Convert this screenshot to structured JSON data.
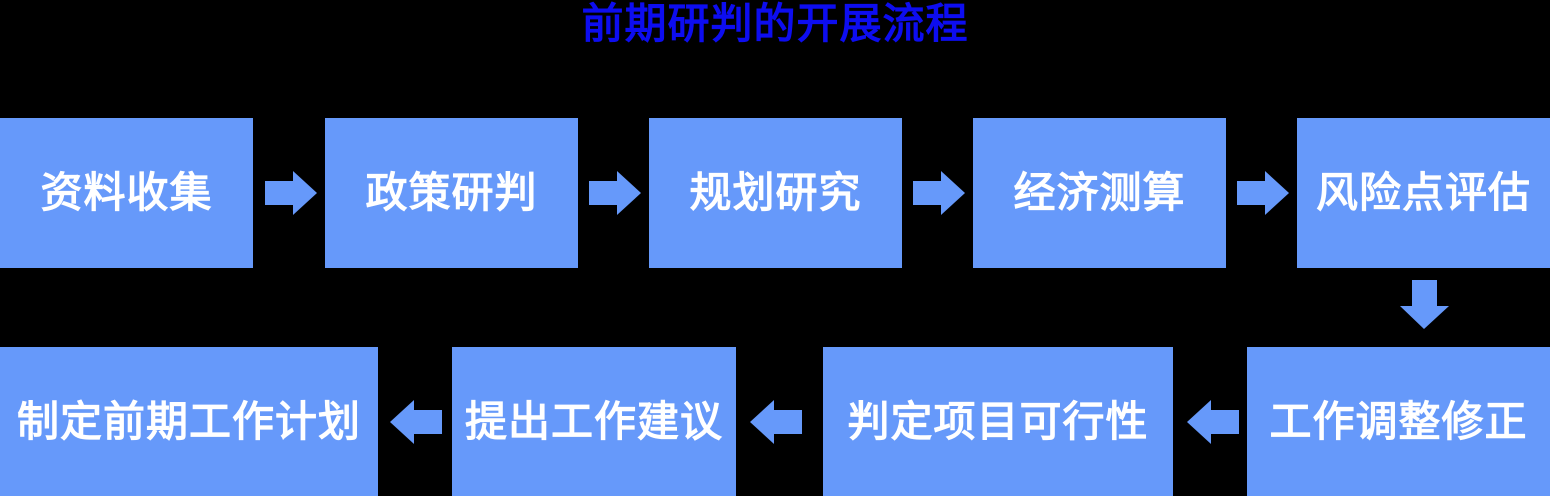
{
  "title": "前期研判的开展流程",
  "colors": {
    "background": "#000000",
    "title_text": "#0d0df0",
    "node_fill": "#6699fa",
    "node_text": "#ffffff",
    "arrow_fill": "#6699fa"
  },
  "flow": {
    "row1": [
      {
        "label": "资料收集"
      },
      {
        "label": "政策研判"
      },
      {
        "label": "规划研究"
      },
      {
        "label": "经济测算"
      },
      {
        "label": "风险点评估"
      }
    ],
    "row2": [
      {
        "label": "制定前期工作计划"
      },
      {
        "label": "提出工作建议"
      },
      {
        "label": "判定项目可行性"
      },
      {
        "label": "工作调整修正"
      }
    ],
    "connectors": {
      "row1_direction": "right",
      "row2_direction": "left",
      "row_link_direction": "down"
    }
  }
}
